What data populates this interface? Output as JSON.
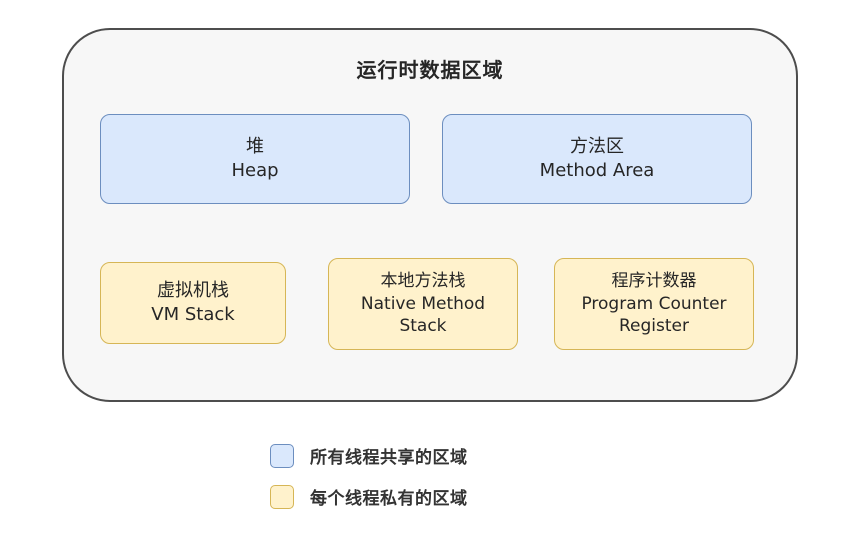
{
  "diagram": {
    "title": "运行时数据区域",
    "shared_boxes": [
      {
        "zh": "堆",
        "en": "Heap"
      },
      {
        "zh": "方法区",
        "en": "Method Area"
      }
    ],
    "private_boxes": [
      {
        "zh": "虚拟机栈",
        "en": "VM Stack"
      },
      {
        "zh": "本地方法栈",
        "en": "Native Method Stack"
      },
      {
        "zh": "程序计数器",
        "en": "Program Counter Register"
      }
    ],
    "legend": [
      {
        "label": "所有线程共享的区域",
        "fill": "#dae8fc",
        "border": "#6c8ebf"
      },
      {
        "label": "每个线程私有的区域",
        "fill": "#fff2cc",
        "border": "#d6b656"
      }
    ],
    "colors": {
      "container_fill": "#f7f7f7",
      "container_border": "#4d4d4d",
      "shared_fill": "#dae8fc",
      "shared_border": "#6c8ebf",
      "private_fill": "#fff2cc",
      "private_border": "#d6b656",
      "text": "#262626"
    }
  }
}
